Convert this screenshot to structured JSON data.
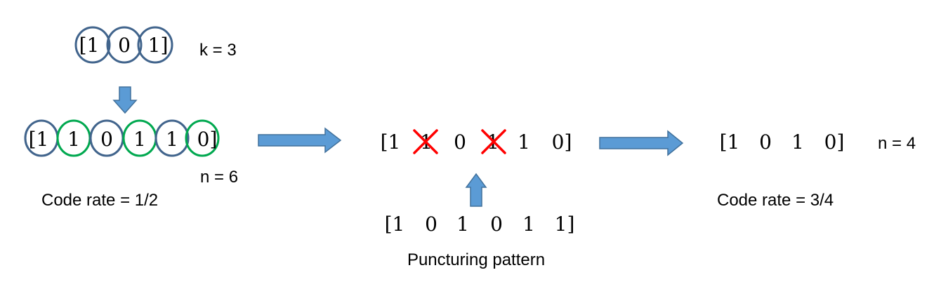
{
  "input": {
    "bits": [
      "[1",
      "0",
      "1]"
    ],
    "k_label": "k = 3"
  },
  "encoded": {
    "bits": [
      "[1",
      "1",
      "0",
      "1",
      "1",
      "0]"
    ],
    "n_label": "n = 6",
    "rate_label": "Code rate = 1/2"
  },
  "punctured": {
    "bits": [
      "[1",
      "1",
      "0",
      "1",
      "1",
      "0]"
    ],
    "removed_index": [
      1,
      3
    ]
  },
  "pattern": {
    "bits": [
      "[1",
      "0",
      "1",
      "0",
      "1",
      "1]"
    ],
    "label": "Puncturing pattern"
  },
  "output": {
    "bits": [
      "[1",
      "0",
      "1",
      "0]"
    ],
    "n_label": "n = 4",
    "rate_label": "Code rate = 3/4"
  },
  "colors": {
    "blue_circle": "#41648C",
    "green_circle": "#00A84F",
    "arrow_fill": "#5B9BD5",
    "arrow_stroke": "#41719C",
    "cross": "#FF0000"
  },
  "encoded_circle_colors": [
    "blue",
    "green",
    "blue",
    "green",
    "blue",
    "green"
  ]
}
